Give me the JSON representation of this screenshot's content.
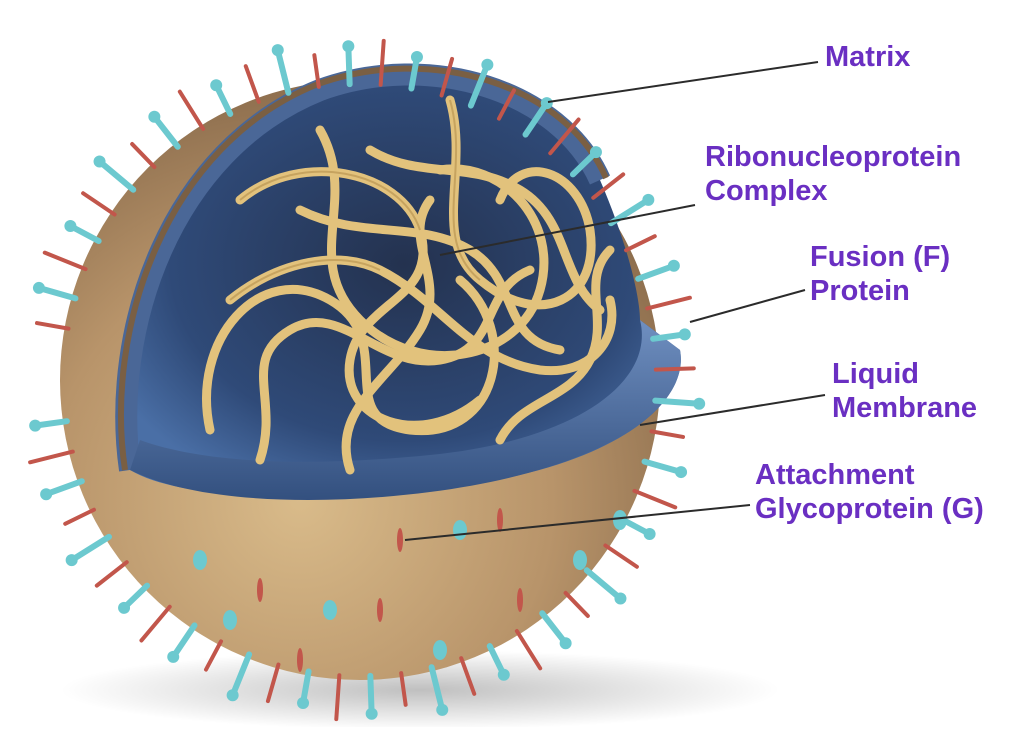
{
  "colors": {
    "label": "#6a2fc2",
    "envelope": "#c8a77a",
    "membrane_inner": "#3f5f8c",
    "rnp_strands": "#e2c27c",
    "fusion_spike": "#c2564b",
    "attachment_spike": "#6cc9cf",
    "leader_line": "#2b2b2b"
  },
  "labels": [
    {
      "id": "matrix",
      "lines": [
        "Matrix"
      ]
    },
    {
      "id": "rnp",
      "lines": [
        "Ribonucleoprotein",
        "Complex"
      ]
    },
    {
      "id": "fusion",
      "lines": [
        "Fusion (F)",
        "Protein"
      ]
    },
    {
      "id": "membrane",
      "lines": [
        "Liquid",
        "Membrane"
      ]
    },
    {
      "id": "attachment",
      "lines": [
        "Attachment",
        "Glycoprotein (G)"
      ]
    }
  ]
}
